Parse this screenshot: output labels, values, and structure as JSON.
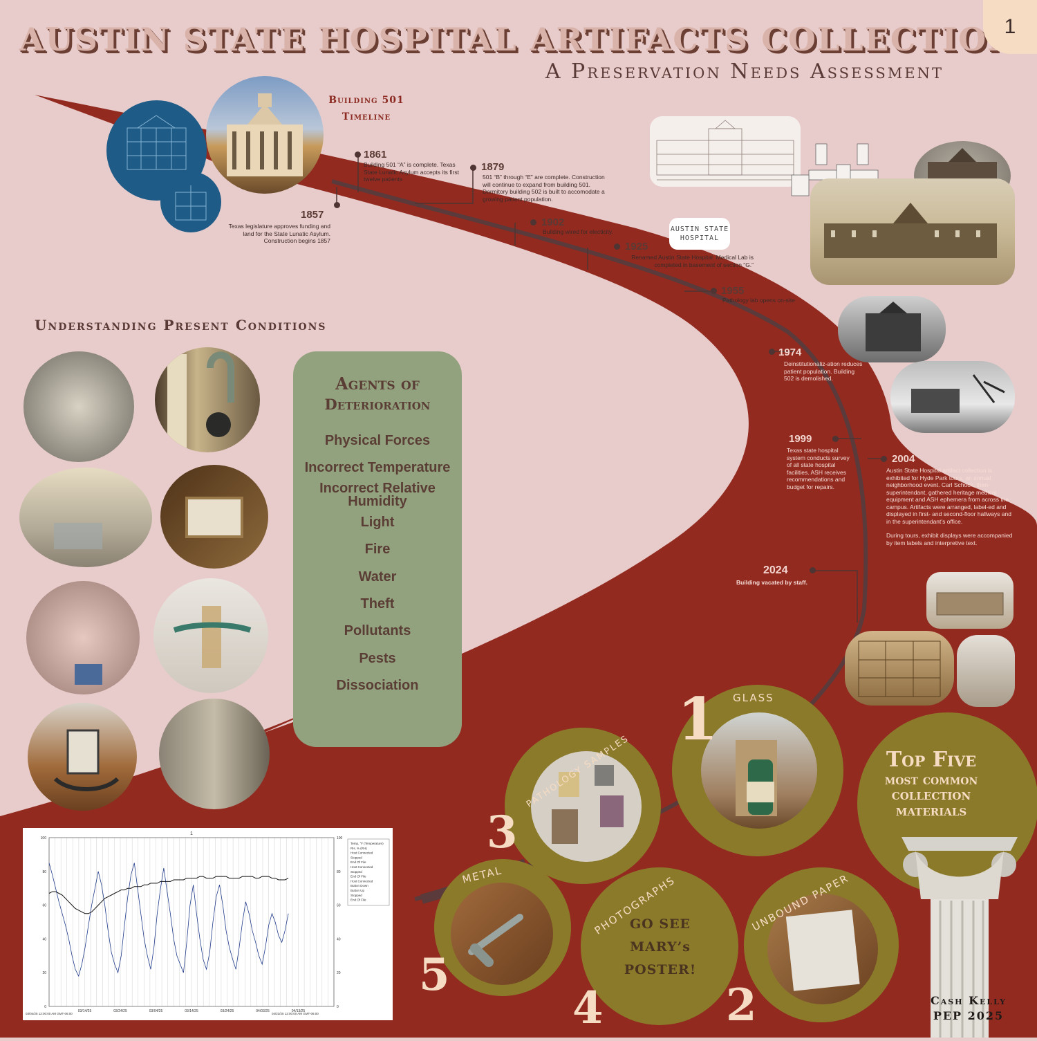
{
  "header": {
    "title": "AUSTIN STATE HOSPITAL ARTIFACTS COLLECTION",
    "subtitle": "A Preservation Needs Assessment",
    "page_number": "1"
  },
  "timeline": {
    "title_line1": "Building 501",
    "title_line2": "Timeline",
    "events": [
      {
        "year": "1857",
        "text": "Texas legislature approves funding and land for the State Lunatic Asylum. Construction begins 1857"
      },
      {
        "year": "1861",
        "text": "Building 501 “A” is complete. Texas State Lunatic Asylum accepts its first twelve patients"
      },
      {
        "year": "1879",
        "text": "501 “B” through “E” are complete. Construction will continue to expand from building 501. Dormitory building 502 is built to accomodate a growing patient population."
      },
      {
        "year": "1902",
        "text": "Building wired for electicity."
      },
      {
        "year": "1925",
        "text": "Renamed Austin State Hospital. Medical Lab is completed in basement of section “G.”"
      },
      {
        "year": "1955",
        "text": "Pathology lab opens on-site"
      },
      {
        "year": "1974",
        "text": "Deinstitutionaliz-ation reduces patient population. Building 502 is demolished."
      },
      {
        "year": "1999",
        "text": "Texas state hospital system conducts survey of all state hospital facilities. ASH receives recommendations and budget for repairs."
      },
      {
        "year": "2004",
        "text": "Austin State Hospital artifact collection is exhibited for Hyde Park tours, an annual neighborhood event. Carl Schock, then-superintendant, gathered heritage medical equipment and ASH ephemera from across the campus. Artifacts were arranged, label-ed and displayed in first- and second-floor hallways and in the superintendant’s office.",
        "text2": "During tours, exhibit displays were accompanied by item labels and interpretive text."
      },
      {
        "year": "2024",
        "text": "Building vacated by staff."
      }
    ]
  },
  "sign_text": "AUSTIN STATE HOSPITAL",
  "conditions": {
    "heading": "Understanding Present Conditions",
    "agents_title_line1": "Agents of",
    "agents_title_line2": "Deterioration",
    "agents": [
      "Physical Forces",
      "Incorrect Temperature",
      "Incorrect Relative Humidity",
      "Light",
      "Fire",
      "Water",
      "Theft",
      "Pollutants",
      "Pests",
      "Dissociation"
    ]
  },
  "materials": {
    "title_line1": "Top Five",
    "title_line2": "most common",
    "title_line3": "collection",
    "title_line4": "materials",
    "items": [
      {
        "rank": "1",
        "label": "GLASS"
      },
      {
        "rank": "2",
        "label": "UNBOUND PAPER"
      },
      {
        "rank": "3",
        "label": "PATHOLOGY SAMPLES"
      },
      {
        "rank": "4",
        "label": "PHOTOGRAPHS"
      },
      {
        "rank": "5",
        "label": "METAL"
      }
    ],
    "mary_line1": "GO SEE",
    "mary_line2": "MARY’s",
    "mary_line3": "POSTER!"
  },
  "credit": {
    "name": "Cash Kelly",
    "program": "PEP 2025"
  },
  "chart_data": {
    "type": "line",
    "title": "1",
    "x": [
      "03/04/25",
      "03/14/25",
      "03/24/25",
      "03/04/25",
      "03/14/25",
      "03/24/25",
      "04/03/25",
      "04/13/25",
      "04/23/25"
    ],
    "x_tick_labels": [
      "03/14/25",
      "03/24/25",
      "03/04/25",
      "03/14/25",
      "03/24/25",
      "04/03/25",
      "04/13/25"
    ],
    "ylim_left": [
      0,
      100
    ],
    "ylim_right": [
      0,
      100
    ],
    "y_ticks_left": [
      0,
      20,
      40,
      60,
      80,
      100
    ],
    "y_ticks_right": [
      0,
      20,
      40,
      60,
      80,
      100
    ],
    "series": [
      {
        "name": "Temp, °F (Temperature)",
        "color": "#1f3a8a",
        "values": [
          85,
          78,
          70,
          62,
          55,
          48,
          40,
          30,
          22,
          18,
          25,
          35,
          48,
          60,
          70,
          80,
          72,
          60,
          45,
          32,
          25,
          20,
          30,
          48,
          65,
          78,
          85,
          70,
          55,
          40,
          30,
          22,
          35,
          55,
          70,
          82,
          68,
          55,
          40,
          30,
          25,
          20,
          38,
          60,
          72,
          55,
          40,
          28,
          22,
          32,
          50,
          65,
          72,
          60,
          45,
          35,
          28,
          22,
          35,
          50,
          62,
          55,
          45,
          38,
          30,
          25,
          35,
          48,
          55,
          50,
          42,
          38,
          45,
          55
        ]
      },
      {
        "name": "RH, % (RH)",
        "color": "#111111",
        "values": [
          67,
          68,
          68,
          67,
          66,
          64,
          62,
          60,
          58,
          57,
          56,
          55,
          55,
          56,
          58,
          60,
          62,
          64,
          65,
          66,
          67,
          68,
          69,
          69,
          70,
          70,
          71,
          71,
          71,
          72,
          72,
          73,
          73,
          73,
          74,
          74,
          74,
          74,
          75,
          75,
          75,
          75,
          76,
          76,
          76,
          76,
          77,
          77,
          76,
          76,
          76,
          77,
          77,
          77,
          77,
          76,
          76,
          76,
          76,
          77,
          77,
          77,
          77,
          76,
          76,
          77,
          77,
          77,
          76,
          76,
          75,
          75,
          75,
          76
        ]
      }
    ],
    "legend_entries": [
      "Temp, °F (Temperature)",
      "RH, % (RH)",
      "Host Connected",
      "Stopped",
      "End Of File",
      "Host Connected",
      "Stopped",
      "End Of File",
      "Host Connected",
      "Button Down",
      "Button Up",
      "Stopped",
      "End Of File"
    ],
    "x_start_label": "03/04/25 12:00:00 AM GMT-06:00",
    "x_end_label": "04/23/25 12:00:00 AM GMT-06:00",
    "legend_position": "top-right",
    "grid": true
  }
}
